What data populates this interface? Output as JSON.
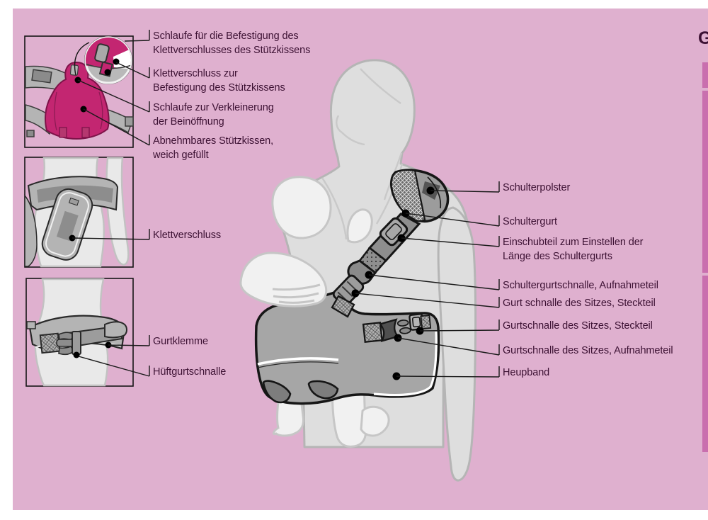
{
  "colors": {
    "panel_pink": "#dfb0cf",
    "edge_strip": "#c96fae",
    "label_text": "#3c1133",
    "magenta_part": "#c32671",
    "magenta_dark": "#7e1349"
  },
  "corner": {
    "partial_letter": "G"
  },
  "callouts": {
    "detail_box": [
      {
        "line1": "Schlaufe für die Befestigung des",
        "line2": "Klettverschlusses des Stützkissens"
      },
      {
        "line1": "Klettverschluss zur",
        "line2": "Befestigung des Stützkissens"
      },
      {
        "line1": "Schlaufe zur Verkleinerung",
        "line2": "der Beinöffnung"
      },
      {
        "line1": "Abnehmbares Stützkissen,",
        "line2": "weich gefüllt"
      }
    ],
    "hip_box": [
      {
        "line1": "Klettverschluss"
      }
    ],
    "waist_box": [
      {
        "line1": "Gurtklemme"
      },
      {
        "line1": "Hüftgurtschnalle"
      }
    ],
    "main_figure": [
      {
        "line1": "Schulterpolster"
      },
      {
        "line1": "Schultergurt"
      },
      {
        "line1": "Einschubteil zum Einstellen der",
        "line2": "Länge des Schultergurts"
      },
      {
        "line1": "Schultergurtschnalle, Aufnahmeteil"
      },
      {
        "line1": "Gurt schnalle des Sitzes, Steckteil"
      },
      {
        "line1": "Gurtschnalle des Sitzes, Steckteil"
      },
      {
        "line1": "Gurtschnalle des Sitzes, Aufnahmeteil"
      },
      {
        "line1": "Heupband"
      }
    ]
  }
}
